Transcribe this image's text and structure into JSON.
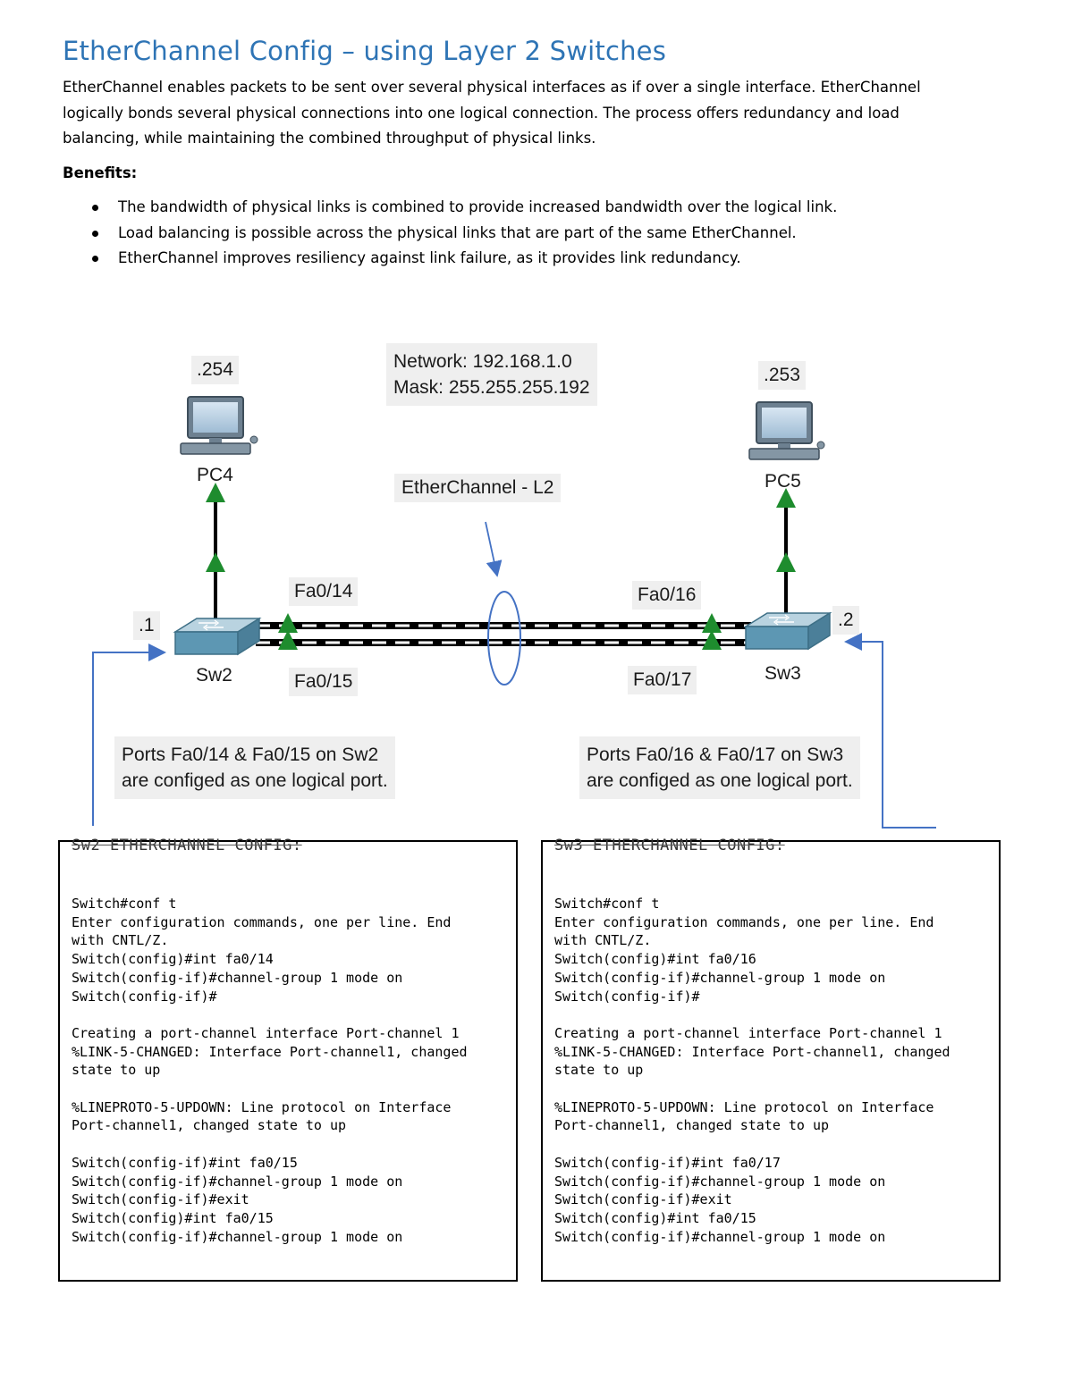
{
  "document": {
    "title": "EtherChannel Config – using Layer 2 Switches",
    "intro": "EtherChannel enables packets to be sent over several physical interfaces as if over a single interface. EtherChannel logically bonds several physical connections into one logical connection. The process offers redundancy and load balancing, while maintaining the combined throughput of physical links.",
    "benefits_heading": "Benefits:",
    "benefits": [
      "The bandwidth of physical links is combined to provide increased bandwidth over the logical link.",
      "Load balancing is possible across the physical links that are part of the same EtherChannel.",
      "EtherChannel improves resiliency against link failure, as it provides link redundancy."
    ]
  },
  "diagram": {
    "network_line1": "Network: 192.168.1.0",
    "network_line2": "Mask: 255.255.255.192",
    "etherchannel_label": "EtherChannel - L2",
    "pc4": {
      "address": ".254",
      "name": "PC4",
      "icon": "pc-icon"
    },
    "pc5": {
      "address": ".253",
      "name": "PC5",
      "icon": "pc-icon"
    },
    "sw2": {
      "address": ".1",
      "name": "Sw2",
      "icon": "switch-icon",
      "port_a": "Fa0/14",
      "port_b": "Fa0/15"
    },
    "sw3": {
      "address": ".2",
      "name": "Sw3",
      "icon": "switch-icon",
      "port_a": "Fa0/16",
      "port_b": "Fa0/17"
    },
    "note_sw2_line1": "Ports Fa0/14 & Fa0/15 on Sw2",
    "note_sw2_line2": "are configed as one logical port.",
    "note_sw3_line1": "Ports Fa0/16 & Fa0/17 on Sw3",
    "note_sw3_line2": "are configed as one logical port.",
    "colors": {
      "link_up": "#1e8c2e",
      "arrow": "#4472c4",
      "ellipse": "#4472c4"
    }
  },
  "config_sw2": {
    "title": "Sw2 ETHERCHANNEL CONFIG:",
    "lines": [
      "Switch#conf t",
      "Enter configuration commands, one per line. End",
      "with CNTL/Z.",
      "Switch(config)#int fa0/14",
      "Switch(config-if)#channel-group 1 mode on",
      "Switch(config-if)#",
      "",
      "Creating a port-channel interface Port-channel 1",
      "%LINK-5-CHANGED: Interface Port-channel1, changed",
      "state to up",
      "",
      "%LINEPROTO-5-UPDOWN: Line protocol on Interface",
      "Port-channel1, changed state to up",
      "",
      "Switch(config-if)#int fa0/15",
      "Switch(config-if)#channel-group 1 mode on",
      "Switch(config-if)#exit",
      "Switch(config)#int fa0/15",
      "Switch(config-if)#channel-group 1 mode on"
    ]
  },
  "config_sw3": {
    "title": "Sw3 ETHERCHANNEL CONFIG:",
    "lines": [
      "Switch#conf t",
      "Enter configuration commands, one per line. End",
      "with CNTL/Z.",
      "Switch(config)#int fa0/16",
      "Switch(config-if)#channel-group 1 mode on",
      "Switch(config-if)#",
      "",
      "Creating a port-channel interface Port-channel 1",
      "%LINK-5-CHANGED: Interface Port-channel1, changed",
      "state to up",
      "",
      "%LINEPROTO-5-UPDOWN: Line protocol on Interface",
      "Port-channel1, changed state to up",
      "",
      "Switch(config-if)#int fa0/17",
      "Switch(config-if)#channel-group 1 mode on",
      "Switch(config-if)#exit",
      "Switch(config)#int fa0/15",
      "Switch(config-if)#channel-group 1 mode on"
    ]
  }
}
